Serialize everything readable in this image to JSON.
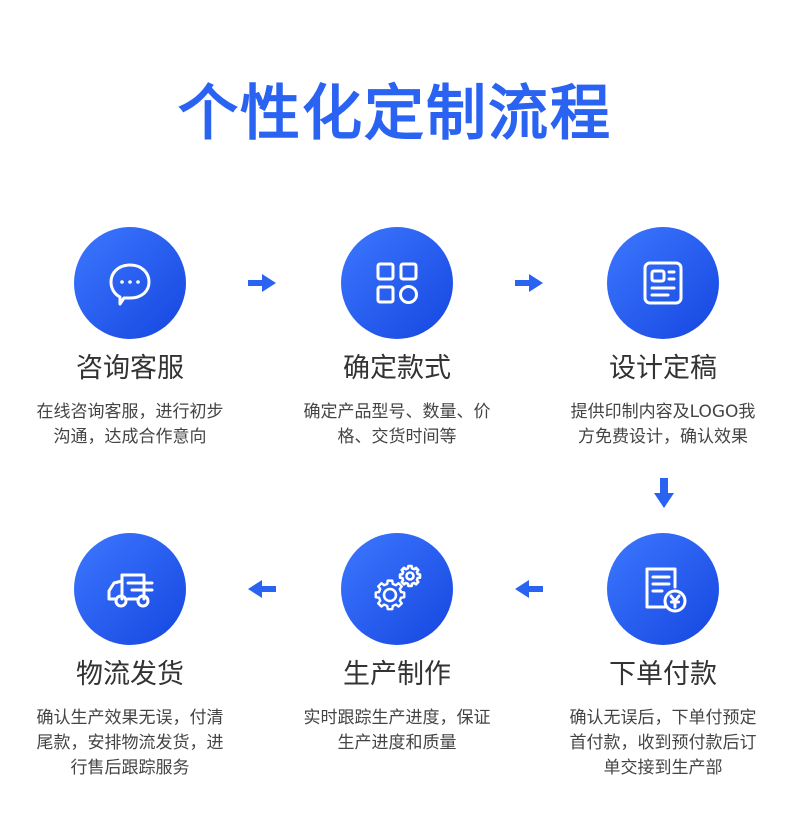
{
  "page": {
    "title": "个性化定制流程",
    "accent_color": "#2a62f2"
  },
  "steps": [
    {
      "icon": "chat-bubble-icon",
      "title": "咨询客服",
      "desc": [
        "在线咨询客服，进行初步",
        "沟通，达成合作意向"
      ]
    },
    {
      "icon": "grid-shapes-icon",
      "title": "确定款式",
      "desc": [
        "确定产品型号、数量、价",
        "格、交货时间等"
      ]
    },
    {
      "icon": "design-card-icon",
      "title": "设计定稿",
      "desc": [
        "提供印制内容及LOGO我",
        "方免费设计，确认效果"
      ]
    },
    {
      "icon": "invoice-yen-icon",
      "title": "下单付款",
      "desc": [
        "确认无误后，下单付预定",
        "首付款，收到预付款后订",
        "单交接到生产部"
      ]
    },
    {
      "icon": "gears-icon",
      "title": "生产制作",
      "desc": [
        "实时跟踪生产进度，保证",
        "生产进度和质量"
      ]
    },
    {
      "icon": "delivery-truck-icon",
      "title": "物流发货",
      "desc": [
        "确认生产效果无误，付清",
        "尾款，安排物流发货，进",
        "行售后跟踪服务"
      ]
    }
  ]
}
